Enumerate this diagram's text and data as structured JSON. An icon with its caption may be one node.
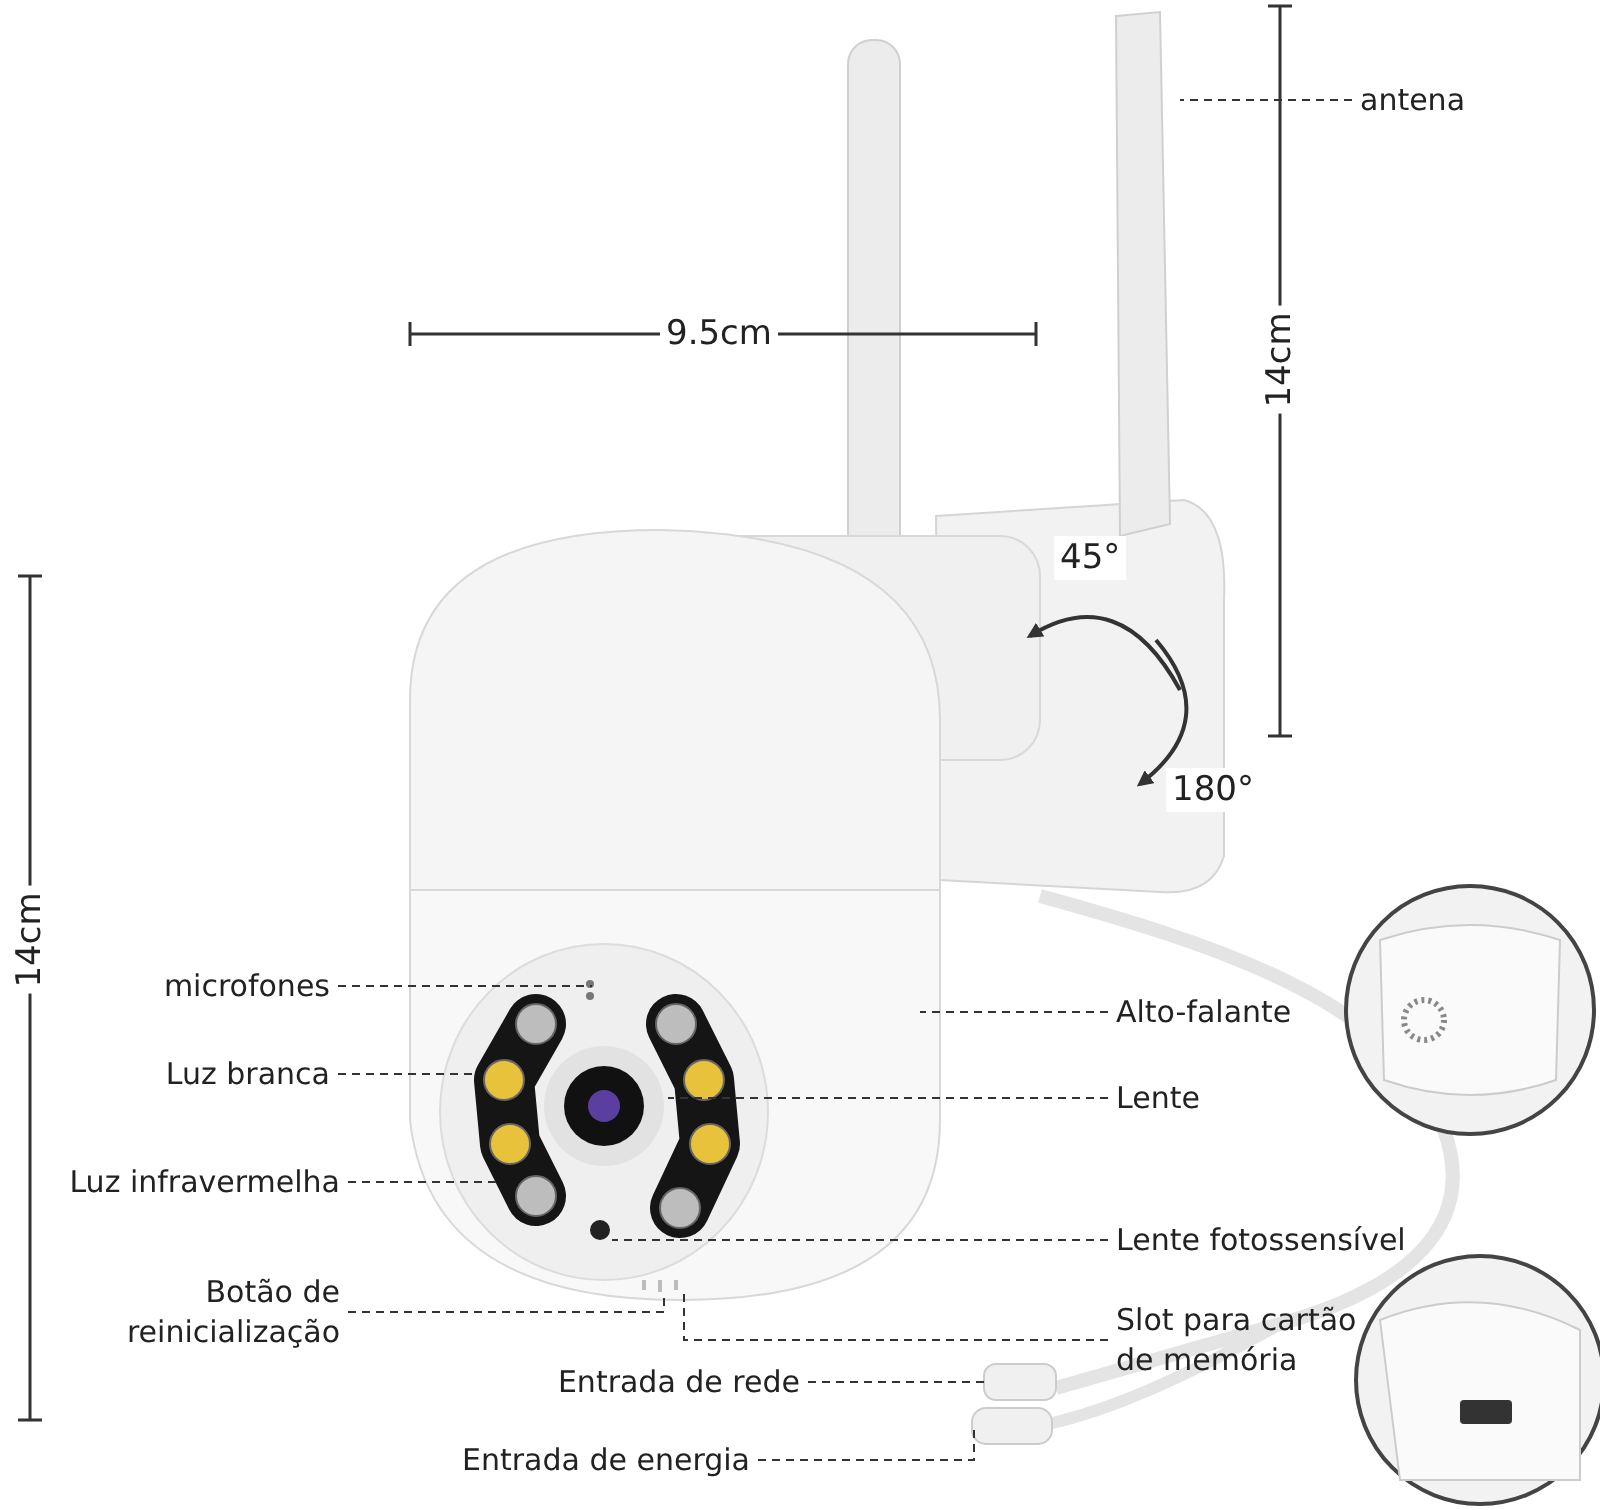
{
  "diagram": {
    "nodes": [
      {
        "text": [
          "antena"
        ]
      },
      {
        "text": [
          "microfones"
        ]
      },
      {
        "text": [
          "Alto-falante"
        ]
      },
      {
        "text": [
          "Luz branca"
        ]
      },
      {
        "text": [
          "Lente"
        ]
      },
      {
        "text": [
          "Luz infravermelha"
        ]
      },
      {
        "text": [
          "Lente fotossensível"
        ]
      },
      {
        "text": [
          "Botão de reinicialização"
        ]
      },
      {
        "text": [
          "Slot para cartão de memória"
        ]
      },
      {
        "text": [
          "Entrada de rede"
        ]
      },
      {
        "text": [
          "Entrada de energia"
        ]
      }
    ],
    "edges": [
      {
        "from": 0,
        "to": null,
        "arrow": "none"
      },
      {
        "from": 1,
        "to": null,
        "arrow": "none"
      },
      {
        "from": 2,
        "to": null,
        "arrow": "none"
      },
      {
        "from": 3,
        "to": null,
        "arrow": "none"
      },
      {
        "from": 4,
        "to": null,
        "arrow": "none"
      },
      {
        "from": 5,
        "to": null,
        "arrow": "none"
      },
      {
        "from": 6,
        "to": null,
        "arrow": "none"
      },
      {
        "from": 7,
        "to": null,
        "arrow": "none"
      },
      {
        "from": 8,
        "to": null,
        "arrow": "none"
      },
      {
        "from": 9,
        "to": null,
        "arrow": "none"
      },
      {
        "from": 10,
        "to": null,
        "arrow": "none"
      }
    ],
    "labels": [
      "9.5cm",
      "14cm",
      "45°",
      "180°",
      "14cm"
    ]
  }
}
